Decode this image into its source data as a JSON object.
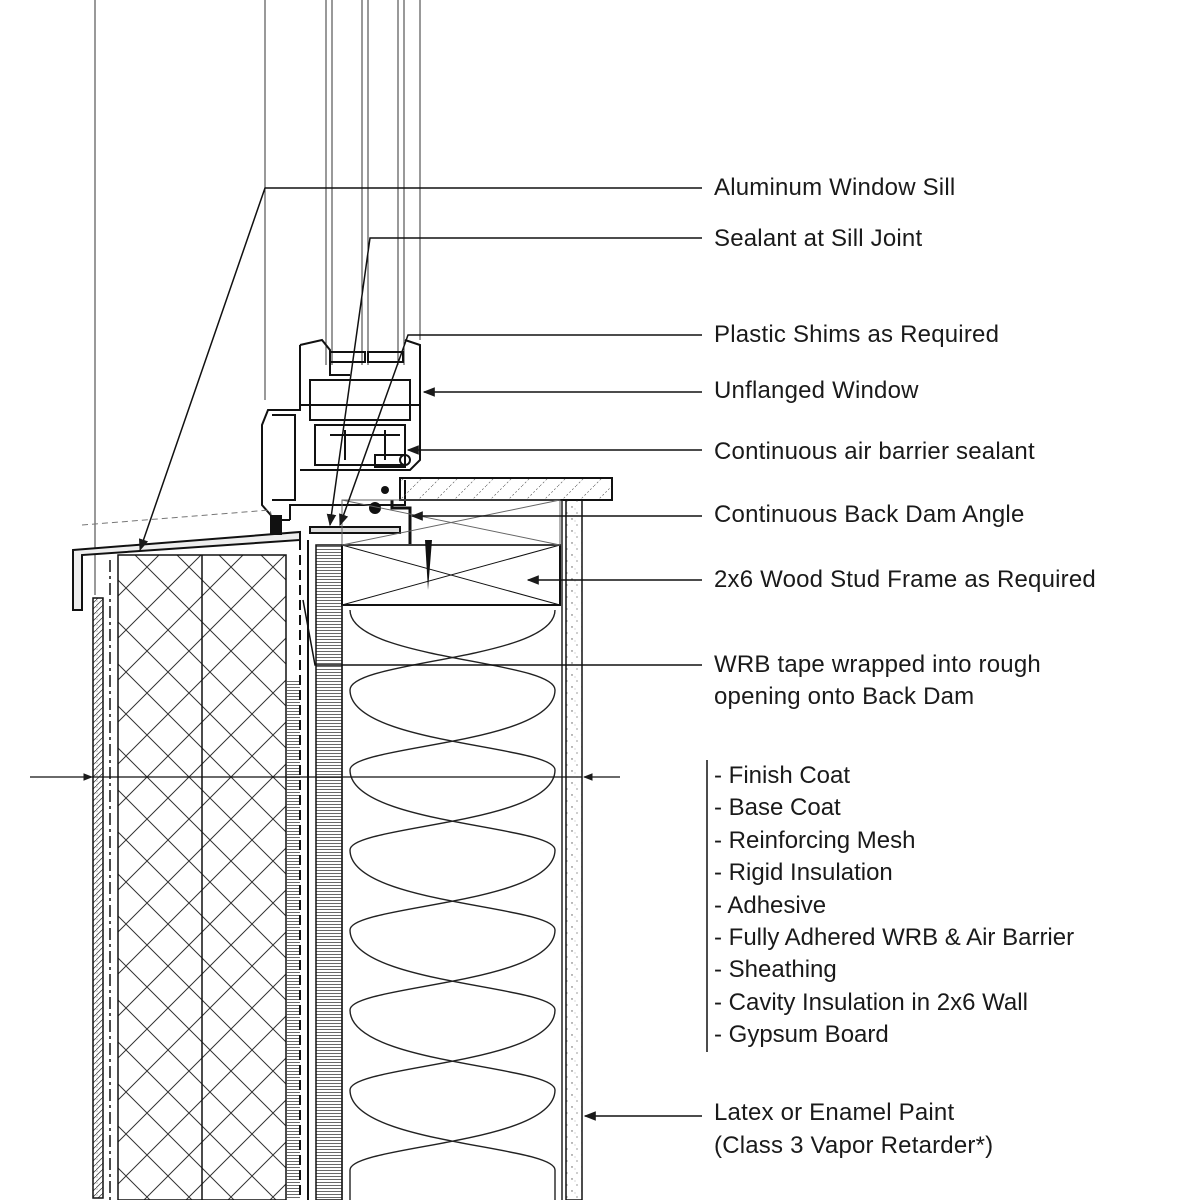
{
  "labels": {
    "window_sill": "Aluminum Window Sill",
    "sealant": "Sealant at Sill Joint",
    "shims": "Plastic Shims as Required",
    "window": "Unflanged Window",
    "air_barrier_sealant": "Continuous air barrier sealant",
    "back_dam": "Continuous Back Dam Angle",
    "stud_frame": "2x6 Wood Stud Frame as Required",
    "wrb_tape_line1": "WRB tape wrapped into rough",
    "wrb_tape_line2": "opening onto Back Dam",
    "paint_line1": "Latex or Enamel Paint",
    "paint_line2": "(Class 3 Vapor Retarder*)"
  },
  "wall_layers": [
    "- Finish Coat",
    "- Base Coat",
    "- Reinforcing Mesh",
    "-  Rigid Insulation",
    "- Adhesive",
    "- Fully Adhered WRB & Air Barrier",
    "- Sheathing",
    "- Cavity Insulation in 2x6 Wall",
    "- Gypsum Board"
  ]
}
